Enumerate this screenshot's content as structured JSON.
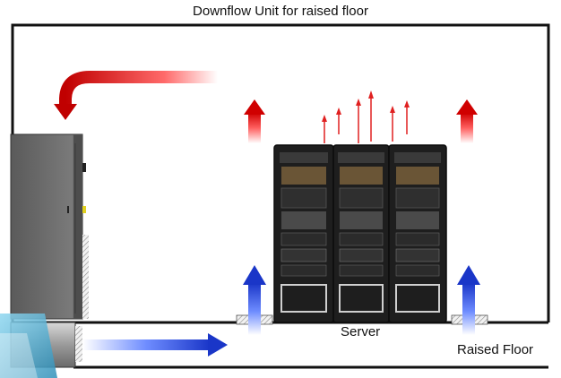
{
  "title": "Downflow Unit for raised floor",
  "labels": {
    "server": "Server",
    "raised_floor": "Raised Floor"
  },
  "colors": {
    "hot_air": "#e02020",
    "cold_air": "#1f3fd0",
    "rack": "#1e1e1e",
    "unit": "#6b6b6b"
  },
  "components": {
    "crac_unit": "downflow-cooling-unit",
    "racks": [
      "server-rack-1",
      "server-rack-2",
      "server-rack-3"
    ]
  }
}
